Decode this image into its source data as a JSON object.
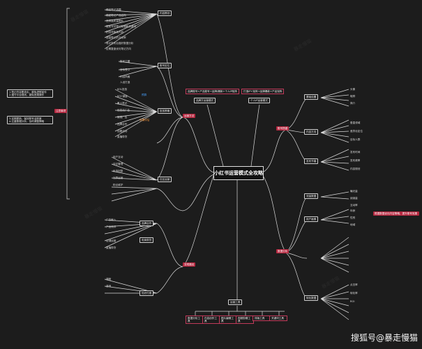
{
  "center": "小红书运营模式全攻略",
  "footer": "搜狐号@暴走慢猫",
  "top_modes": {
    "left_caption": "品牌账号+产品账号+品牌/爆款+个人IP矩阵",
    "left_label": "品牌方运营模式",
    "right_caption": "打造IP+矩阵+品牌爆款+产品矩阵",
    "right_label": "个人IP运营模式"
  },
  "left_top_branch": {
    "label": "运营方法",
    "side_label": "内容策划",
    "items": [
      "确定笔记选题",
      "确定笔记产品结构",
      "选择高质量图片",
      "提前写好笔记标题和关键词",
      "把控排版及内容",
      "提高笔记的互动率",
      "笔记发布后做好数据分析",
      "定期复盘优化笔记方向"
    ],
    "sub_label": "账号定位",
    "sub_items": [
      "账号主题",
      "目标受众",
      "内容风格",
      "人设打造"
    ]
  },
  "left_mid_branch": {
    "label": "投放策略",
    "items": [
      "KOL投放",
      "KOC铺量",
      "素人笔记",
      "信息流广告",
      "搜索广告",
      "品牌合作",
      "话题活动",
      "直播带货"
    ],
    "blue_tag": "预算",
    "orange_tag": "效果评估"
  },
  "left_low_branch": {
    "label": "社区运营",
    "items": [
      "用户互动",
      "评论管理",
      "私信回复",
      "社群运营",
      "粉丝维护"
    ]
  },
  "left_callout": {
    "label": "注意事项",
    "items": [
      "1.笔记内容要真实，避免虚假宣传",
      "2.遵守平台规则，避免违规操作",
      "3.定期更新，保持账号活跃度",
      "4.注重数据分析，及时调整策略"
    ]
  },
  "left_bottom_branch": {
    "label": "变现路径",
    "groups": [
      {
        "label": "品牌合作",
        "items": [
          "广告植入",
          "产品测评"
        ]
      },
      {
        "label": "电商带货",
        "items": [
          "店铺运营",
          "直播带货"
        ]
      },
      {
        "label": "知识付费",
        "items": [
          "课程",
          "咨询"
        ]
      }
    ]
  },
  "right_top_branch": {
    "label": "账号搭建",
    "groups": [
      {
        "label": "基础设置",
        "items": [
          "头像",
          "昵称",
          "简介"
        ]
      },
      {
        "label": "内容方向",
        "items": [
          "垂直领域",
          "差异化定位",
          "目标人群"
        ]
      },
      {
        "label": "发布节奏",
        "items": [
          "发布时间",
          "发布频率",
          "内容规划"
        ]
      }
    ]
  },
  "right_bottom_branch": {
    "label": "数据分析",
    "groups": [
      {
        "label": "流量数据",
        "items": [
          "曝光量",
          "阅读量",
          "互动率"
        ]
      },
      {
        "label": "用户画像",
        "items": [
          "年龄",
          "性别",
          "地域"
        ]
      },
      {
        "label": "转化数据",
        "items": [
          "点击率",
          "转化率",
          "ROI"
        ]
      }
    ],
    "red_callout": "根据数据优化内容策略，提升账号效果"
  },
  "bottom_branch": {
    "label": "运营工具",
    "items": [
      "数据分析工具",
      "内容创作工具",
      "图片编辑工具",
      "视频剪辑工具",
      "排版工具",
      "关键词工具"
    ]
  },
  "colors": {
    "background": "#1c1c1c",
    "line": "#d8d8d8",
    "accent_red": "#b5273f",
    "accent_blue": "#4aa3ff",
    "accent_orange": "#ff9a3c"
  }
}
